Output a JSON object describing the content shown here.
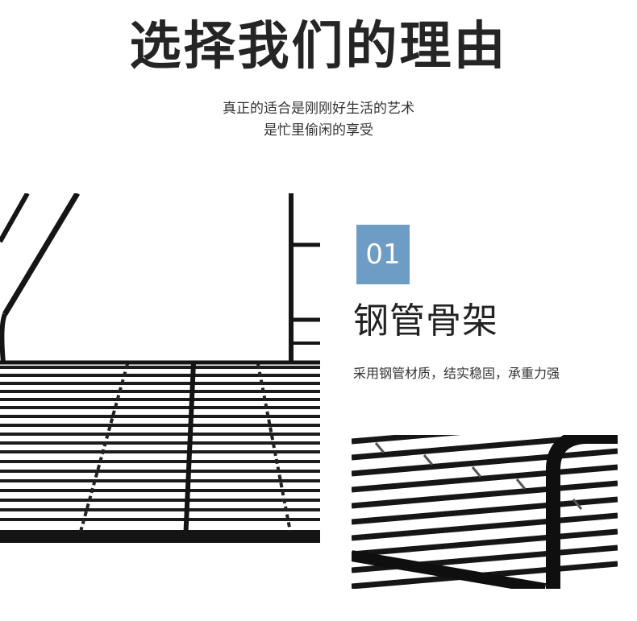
{
  "header": {
    "title": "选择我们的理由",
    "subtitle_line1": "真正的适合是刚刚好生活的艺术",
    "subtitle_line2": "是忙里偷闲的享受"
  },
  "feature": {
    "number": "01",
    "title": "钢管骨架",
    "description": "采用钢管材质，结实稳固，承重力强"
  },
  "colors": {
    "badge": "#6d9dc5",
    "steel": "#1a1a1a",
    "text": "#252525"
  }
}
